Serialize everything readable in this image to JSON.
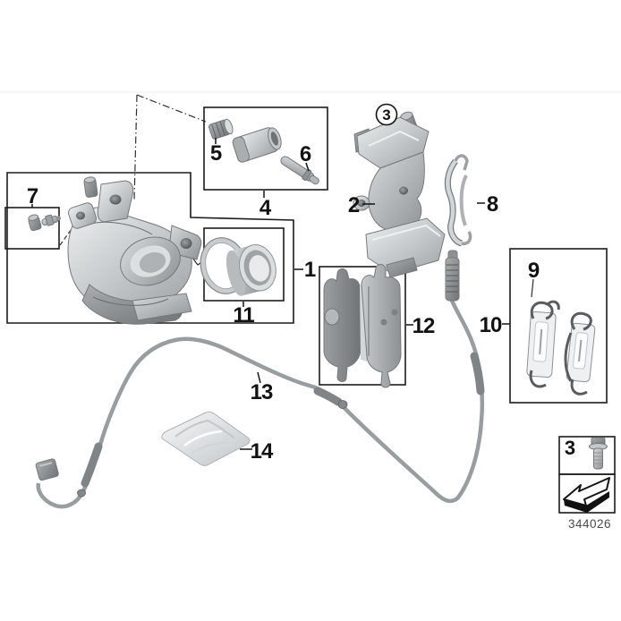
{
  "figure_number": "344026",
  "callouts": {
    "c1": "1",
    "c2": "2",
    "c3": "3",
    "c4": "4",
    "c5": "5",
    "c6": "6",
    "c7": "7",
    "c8": "8",
    "c9": "9",
    "c10": "10",
    "c11": "11",
    "c12": "12",
    "c13": "13",
    "c14": "14"
  },
  "bolt_callout_circled": "3",
  "legend": {
    "bolt_ref": "3"
  },
  "colors": {
    "background": "#ffffff",
    "line": "#1c1c1c",
    "metal_light": "#e9ebec",
    "metal_mid": "#b4b8bb",
    "metal_dark": "#84888b",
    "pad_dark": "#74787b",
    "cable": "#989da0"
  }
}
